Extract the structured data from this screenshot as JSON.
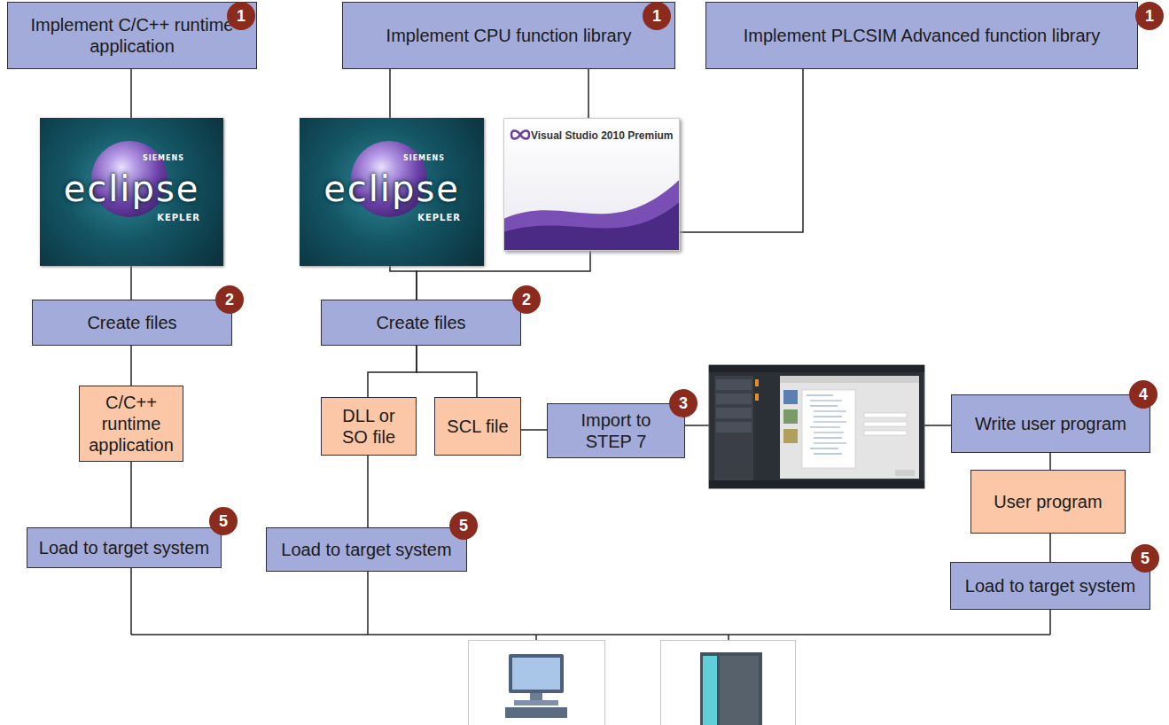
{
  "diagram": {
    "nodes": [
      {
        "text": [
          "Implement C/C++ runtime application"
        ]
      },
      {
        "text": [
          "Implement CPU function library"
        ]
      },
      {
        "text": [
          "Implement PLCSIM Advanced function library"
        ]
      },
      {
        "text": [
          "SIEMENS",
          "eclipse",
          "KEPLER"
        ]
      },
      {
        "text": [
          "SIEMENS",
          "eclipse",
          "KEPLER"
        ]
      },
      {
        "text": [
          "Visual Studio 2010 Premium"
        ]
      },
      {
        "text": [
          "Create files"
        ]
      },
      {
        "text": [
          "Create files"
        ]
      },
      {
        "text": [
          "C/C++ runtime application"
        ]
      },
      {
        "text": [
          "DLL or SO file"
        ]
      },
      {
        "text": [
          "SCL file"
        ]
      },
      {
        "text": [
          "Import to STEP 7"
        ]
      },
      {
        "text": [
          "Write user program"
        ]
      },
      {
        "text": [
          "User program"
        ]
      },
      {
        "text": [
          "Load to target system"
        ]
      },
      {
        "text": [
          "Load to target system"
        ]
      },
      {
        "text": [
          "Load to target system"
        ]
      }
    ],
    "edges": [
      {
        "from": 0,
        "to": 3,
        "arrow": "none"
      },
      {
        "from": 1,
        "to": 4,
        "arrow": "none"
      },
      {
        "from": 1,
        "to": 5,
        "arrow": "none"
      },
      {
        "from": 2,
        "to": 5,
        "arrow": "none"
      },
      {
        "from": 3,
        "to": 6,
        "arrow": "none"
      },
      {
        "from": 4,
        "to": 7,
        "arrow": "none"
      },
      {
        "from": 5,
        "to": 7,
        "arrow": "none"
      },
      {
        "from": 6,
        "to": 8,
        "arrow": "none"
      },
      {
        "from": 8,
        "to": 14,
        "arrow": "none"
      },
      {
        "from": 7,
        "to": 9,
        "arrow": "none"
      },
      {
        "from": 7,
        "to": 10,
        "arrow": "none"
      },
      {
        "from": 10,
        "to": 11,
        "arrow": "none"
      },
      {
        "from": 11,
        "to": 12,
        "arrow": "none"
      },
      {
        "from": 12,
        "to": 13,
        "arrow": "none"
      },
      {
        "from": 13,
        "to": 16,
        "arrow": "none"
      },
      {
        "from": 9,
        "to": 15,
        "arrow": "none"
      }
    ],
    "labels": [
      "1",
      "1",
      "1",
      "2",
      "2",
      "3",
      "4",
      "5",
      "5",
      "5"
    ]
  }
}
